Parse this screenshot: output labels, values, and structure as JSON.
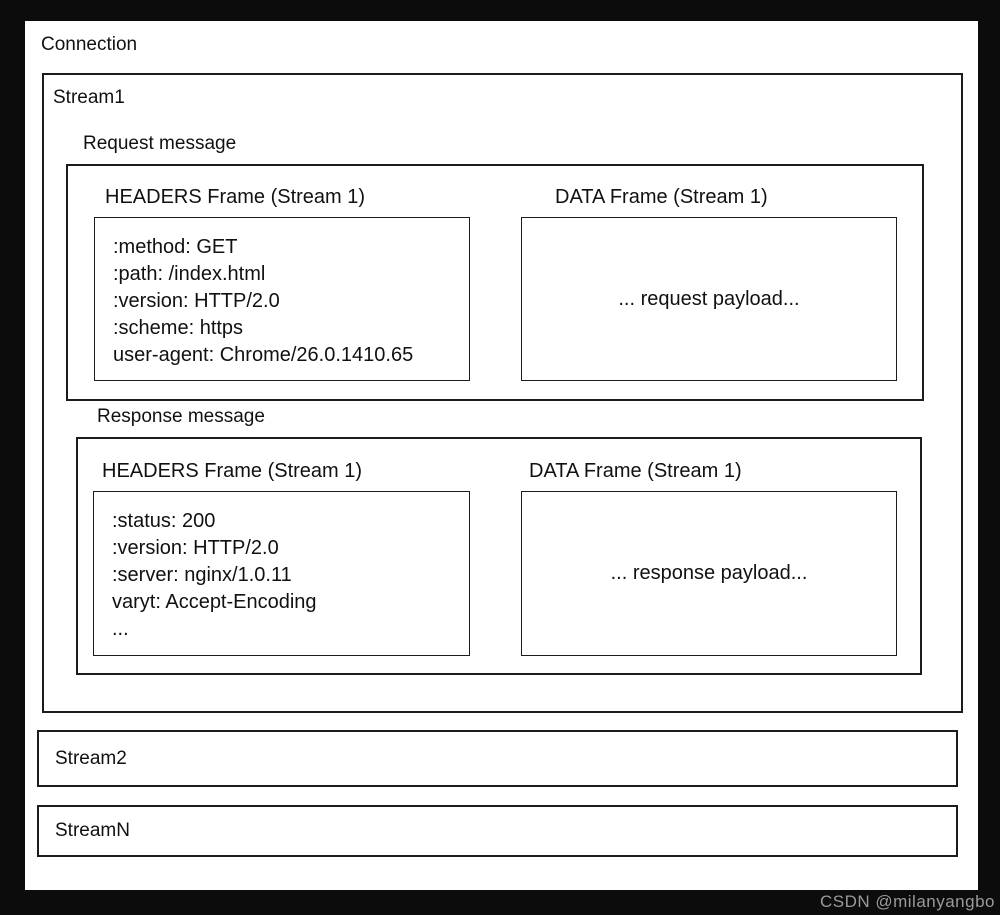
{
  "connection": {
    "label": "Connection"
  },
  "stream1": {
    "label": "Stream1",
    "request": {
      "section_label": "Request message",
      "headers_frame": {
        "title": "HEADERS Frame (Stream 1)",
        "fields": [
          ":method: GET",
          ":path: /index.html",
          ":version: HTTP/2.0",
          ":scheme: https",
          "user-agent: Chrome/26.0.1410.65"
        ]
      },
      "data_frame": {
        "title": "DATA Frame (Stream 1)",
        "payload": "... request payload..."
      }
    },
    "response": {
      "section_label": "Response message",
      "headers_frame": {
        "title": "HEADERS Frame (Stream 1)",
        "fields": [
          ":status: 200",
          ":version: HTTP/2.0",
          ":server: nginx/1.0.11",
          "varyt: Accept-Encoding",
          "..."
        ]
      },
      "data_frame": {
        "title": "DATA Frame (Stream 1)",
        "payload": "... response payload..."
      }
    }
  },
  "stream2": {
    "label": "Stream2"
  },
  "streamN": {
    "label": "StreamN"
  },
  "watermark": "CSDN @milanyangbo",
  "colors": {
    "border": "#1c1c1c",
    "background": "#ffffff",
    "page_frame": "#0c0c0c",
    "watermark": "#9a9a9a"
  }
}
